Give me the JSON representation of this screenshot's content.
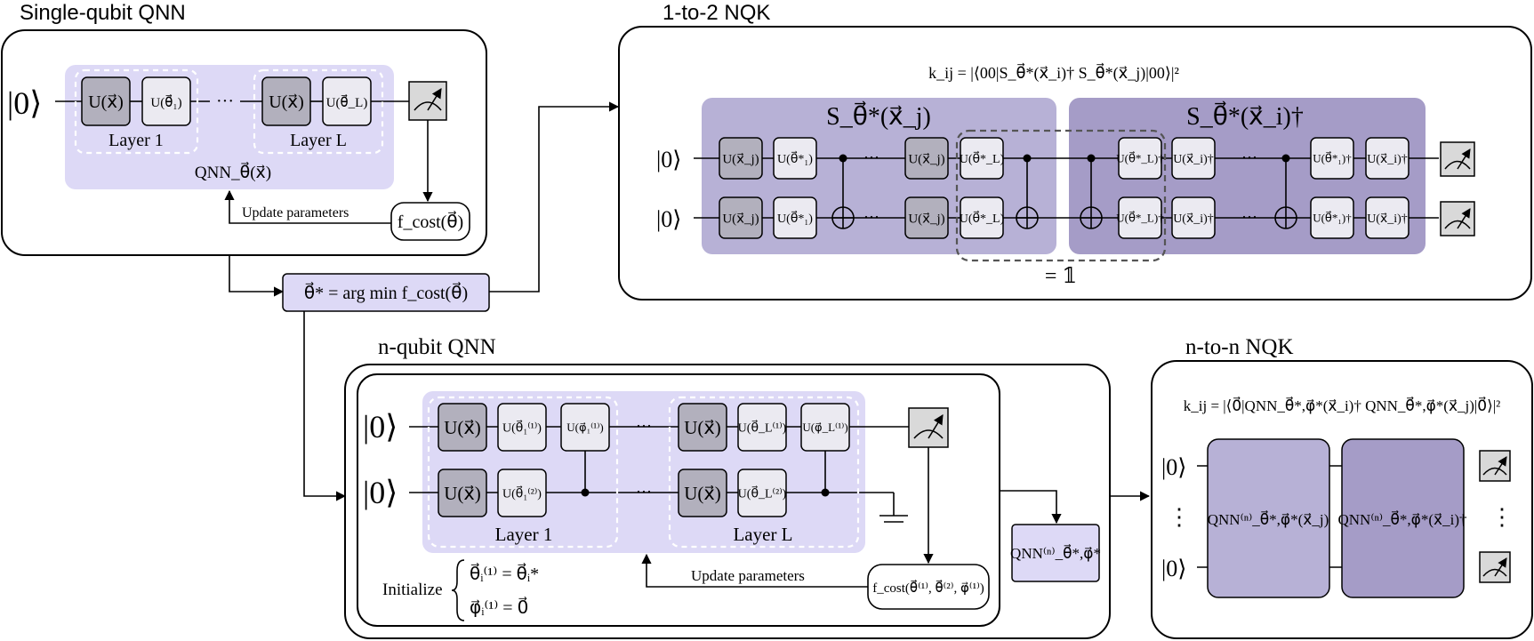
{
  "panels": {
    "single_qubit": {
      "title": "Single-qubit QNN",
      "ket": "|0⟩",
      "gate_u": "U(x⃗)",
      "gate_theta1": "U(θ⃗₁)",
      "gate_thetaL": "U(θ⃗_L)",
      "dots": "···",
      "layer1": "Layer 1",
      "layerL": "Layer L",
      "qnn_label": "QNN_θ⃗(x⃗)",
      "update": "Update parameters",
      "cost": "f_cost(θ⃗)"
    },
    "argmin": "θ⃗* = arg min f_cost(θ⃗)",
    "nqk_1to2": {
      "title": "1-to-2 NQK",
      "kernel": "k_ij = |⟨00|S_θ⃗*(x⃗_i)† S_θ⃗*(x⃗_j)|00⟩|²",
      "s_left": "S_θ⃗*(x⃗_j)",
      "s_right": "S_θ⃗*(x⃗_i)†",
      "ket": "|0⟩",
      "g_uxj": "U(x⃗_j)",
      "g_t1": "U(θ⃗*₁)",
      "g_tL": "U(θ⃗*_L)",
      "g_tLd": "U(θ⃗*_L)†",
      "g_uxid": "U(x⃗_i)†",
      "g_t1d": "U(θ⃗*₁)†",
      "identity": "= 𝟙"
    },
    "n_qubit": {
      "title": "n-qubit QNN",
      "ket": "|0⟩",
      "gate_u": "U(x⃗)",
      "g_t11": "U(θ⃗₁⁽¹⁾)",
      "g_t12": "U(θ⃗₁⁽²⁾)",
      "g_p1": "U(φ⃗₁⁽¹⁾)",
      "g_tL1": "U(θ⃗_L⁽¹⁾)",
      "g_tL2": "U(θ⃗_L⁽²⁾)",
      "g_pL": "U(φ⃗_L⁽¹⁾)",
      "layer1": "Layer 1",
      "layerL": "Layer L",
      "update": "Update parameters",
      "cost": "f_cost(θ⃗⁽¹⁾, θ⃗⁽²⁾, φ⃗⁽¹⁾)",
      "init_label": "Initialize",
      "init_line1": "θ⃗ᵢ⁽¹⁾ = θ⃗ᵢ*",
      "init_line2": "φ⃗ᵢ⁽¹⁾ = 0⃗"
    },
    "qnn_n": "QNN⁽ⁿ⁾_θ⃗*,φ⃗*",
    "nqk_nton": {
      "title": "n-to-n NQK",
      "kernel": "k_ij = |⟨0⃗|QNN_θ⃗*,φ⃗*(x⃗_i)† QNN_θ⃗*,φ⃗*(x⃗_j)|0⃗⟩|²",
      "ket": "|0⟩",
      "vdots": "⋮",
      "block_left": "QNN⁽ⁿ⁾_θ⃗*,φ⃗*(x⃗_j)",
      "block_right": "QNN⁽ⁿ⁾_θ⃗*,φ⃗*(x⃗_i)†"
    }
  },
  "colors": {
    "lavender": "#ddd9f6",
    "purple_mid": "#b7b1d6",
    "purple_dark": "#a59cc7",
    "gate_dark": "#b2b0bd",
    "gate_light": "#ebeaf1",
    "measure": "#d9d9d9"
  },
  "icons": [
    "measure-meter-icon",
    "cnot-target-icon",
    "control-dot-icon",
    "ground-icon",
    "arrow-icon"
  ]
}
